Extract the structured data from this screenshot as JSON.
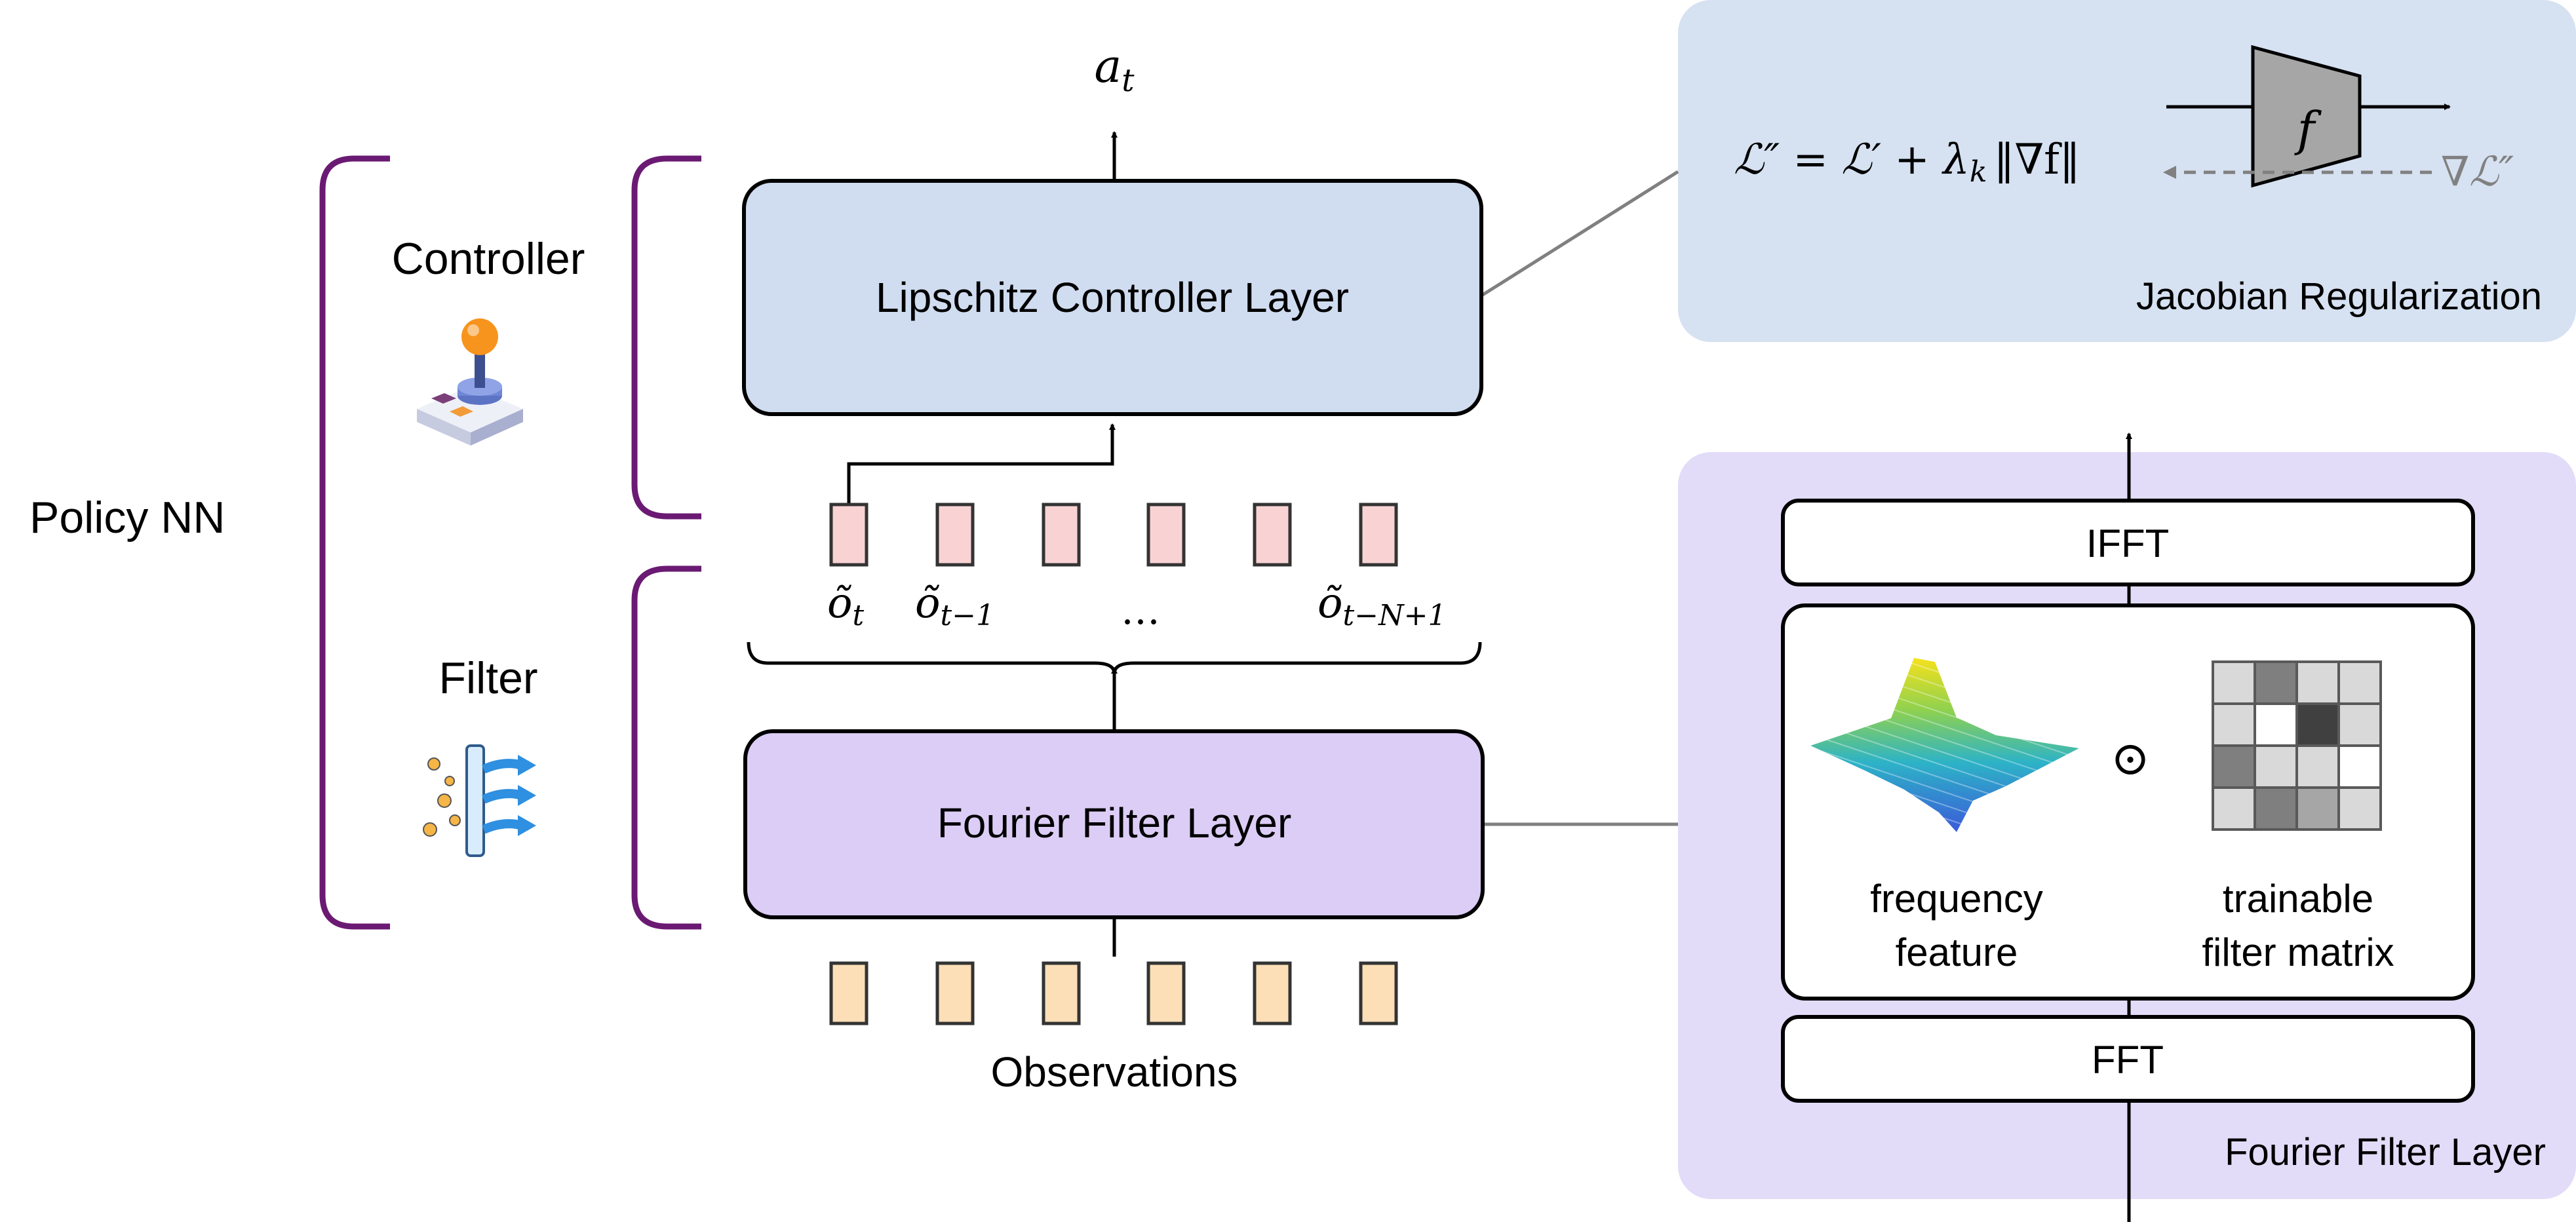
{
  "labels": {
    "policy_nn": "Policy NN",
    "controller": "Controller",
    "filter": "Filter",
    "controller_layer": "Lipschitz Controller Layer",
    "filter_layer": "Fourier Filter Layer",
    "observations": "Observations",
    "action": "a",
    "action_sub": "t",
    "ellipsis": "…",
    "ifft": "IFFT",
    "fft": "FFT",
    "frequency_feature_line1": "frequency",
    "frequency_feature_line2": "feature",
    "filter_matrix_line1": "trainable",
    "filter_matrix_line2": "filter matrix",
    "odot": "⊙",
    "f_symbol": "f",
    "jacobian_title": "Jacobian Regularization",
    "fourier_panel_title": "Fourier Filter Layer"
  },
  "filtered_obs": [
    {
      "base": "õ",
      "sub": "t"
    },
    {
      "base": "õ",
      "sub": "t−1"
    },
    {
      "base": "õ",
      "sub": "t−N+1"
    }
  ],
  "equation": {
    "lhs": "ℒ″",
    "eq": " = ",
    "rhs1": "ℒ′",
    "plus": " + ",
    "lambda": "λ",
    "lambda_sub": "k",
    "norm": "‖∇f‖"
  },
  "gradient_label": "∇ℒ″",
  "colors": {
    "controller_fill": "#d0dcef",
    "filter_fill": "#dccdf6",
    "jacobian_panel": "#d6e1f1",
    "fourier_panel": "#e2dcf9",
    "obs_fill": "#fcdfb7",
    "filtered_fill": "#f9d3d3",
    "brace": "#6b1a73",
    "connector": "#808080",
    "f_block": "#a6a6a6"
  },
  "filter_matrix": {
    "rows": 4,
    "cols": 4,
    "cells": [
      "#d9d9d9",
      "#7f7f7f",
      "#d9d9d9",
      "#d9d9d9",
      "#d9d9d9",
      "#ffffff",
      "#404040",
      "#d9d9d9",
      "#7f7f7f",
      "#d9d9d9",
      "#d9d9d9",
      "#ffffff",
      "#d9d9d9",
      "#7f7f7f",
      "#a6a6a6",
      "#d9d9d9"
    ]
  }
}
